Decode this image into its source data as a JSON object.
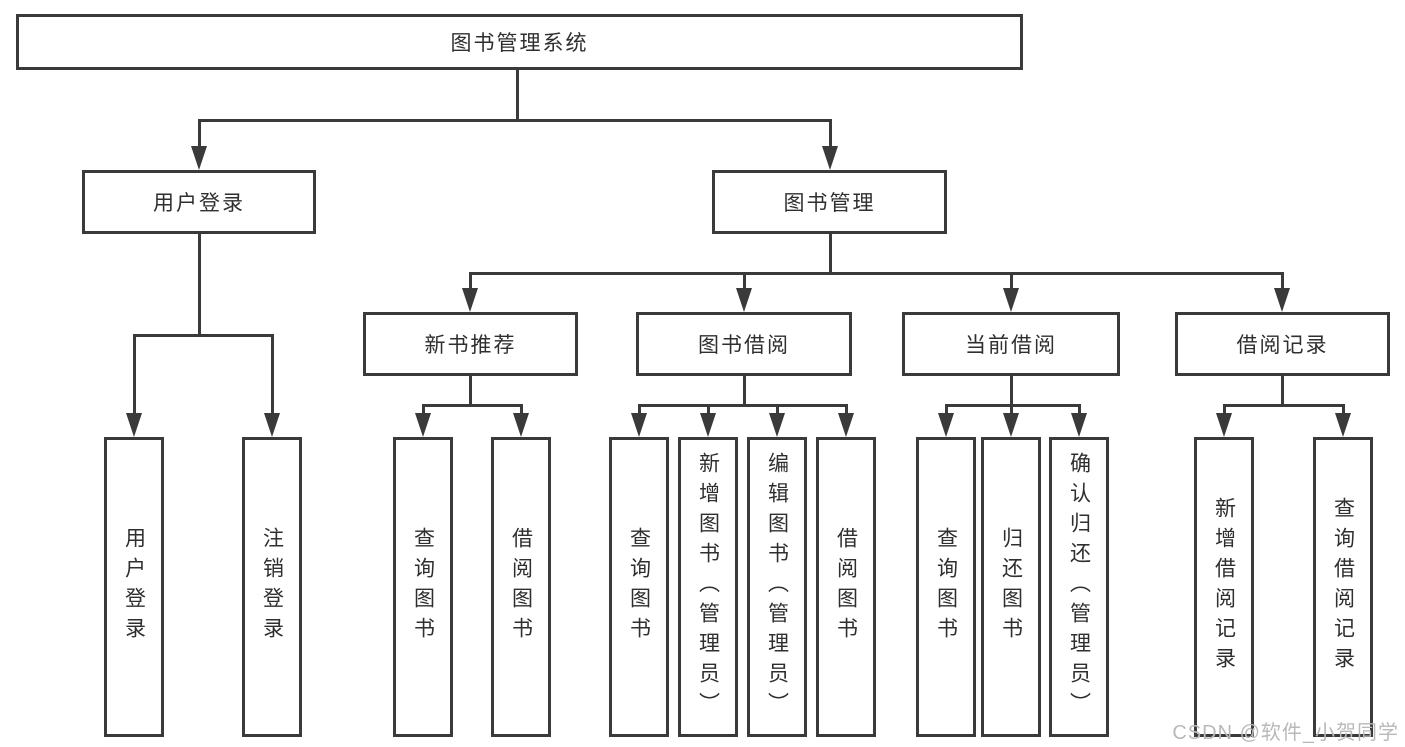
{
  "diagram": {
    "root": {
      "label": "图书管理系统"
    },
    "user_branch": {
      "label": "用户登录",
      "children": [
        {
          "label": "用户登录"
        },
        {
          "label": "注销登录"
        }
      ]
    },
    "book_branch": {
      "label": "图书管理",
      "sections": [
        {
          "label": "新书推荐",
          "children": [
            {
              "label": "查询图书"
            },
            {
              "label": "借阅图书"
            }
          ]
        },
        {
          "label": "图书借阅",
          "children": [
            {
              "label": "查询图书"
            },
            {
              "label": "新增图书（管理员）"
            },
            {
              "label": "编辑图书（管理员）"
            },
            {
              "label": "借阅图书"
            }
          ]
        },
        {
          "label": "当前借阅",
          "children": [
            {
              "label": "查询图书"
            },
            {
              "label": "归还图书"
            },
            {
              "label": "确认归还（管理员）"
            }
          ]
        },
        {
          "label": "借阅记录",
          "children": [
            {
              "label": "新增借阅记录"
            },
            {
              "label": "查询借阅记录"
            }
          ]
        }
      ]
    }
  },
  "watermark": "CSDN @软件_小贺同学",
  "colors": {
    "line": "#3a3a3a",
    "text": "#2f2f2f",
    "watermark": "#b9b9b9",
    "background": "#ffffff"
  }
}
